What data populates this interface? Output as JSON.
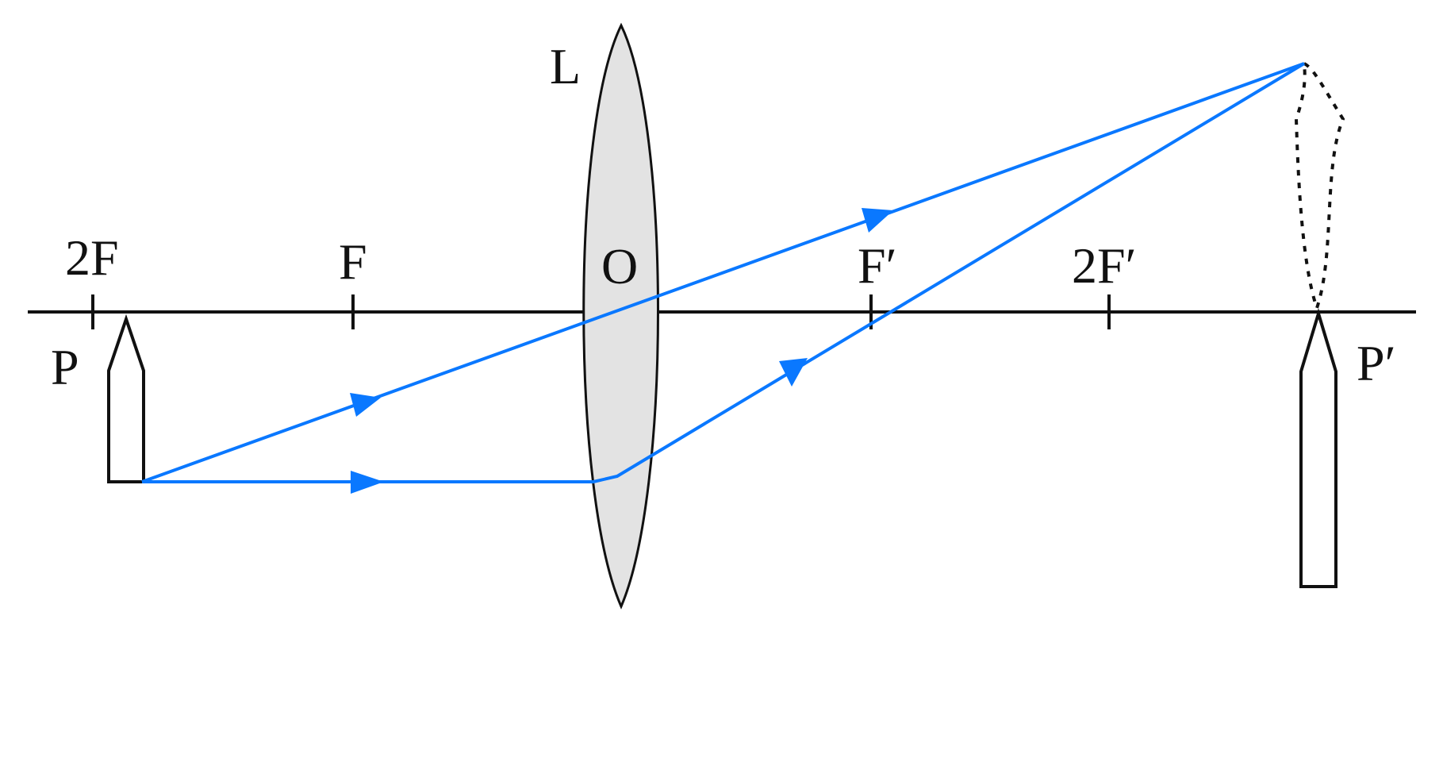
{
  "labels": {
    "lens": "L",
    "optical_center": "O",
    "focal_left": "F",
    "double_focal_left": "2F",
    "focal_right": "F′",
    "double_focal_right": "2F′",
    "object_point": "P",
    "image_point": "P′"
  },
  "colors": {
    "axis": "#111111",
    "ray": "#0a78ff",
    "lens_fill": "#e3e3e3",
    "lens_stroke": "#111111",
    "object": "#111111",
    "image": "#111111"
  }
}
